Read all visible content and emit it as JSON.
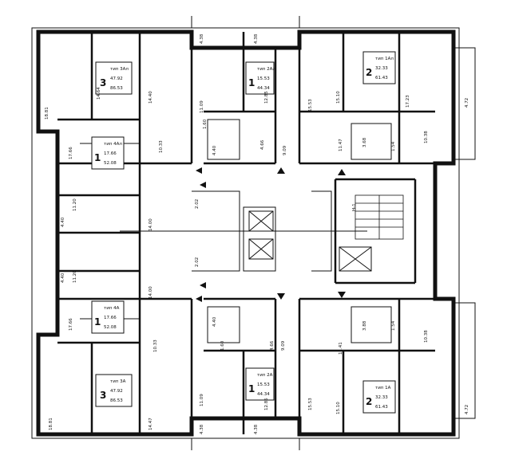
{
  "plan": {
    "units": [
      {
        "id": "u-tl",
        "rooms": "3",
        "type": "тип 3Ал",
        "living": "47.92",
        "total": "86.53"
      },
      {
        "id": "u-tm",
        "rooms": "1",
        "type": "тип 2Ал",
        "living": "15.53",
        "total": "44.34"
      },
      {
        "id": "u-tr",
        "rooms": "2",
        "type": "тип 1Ал",
        "living": "32.33",
        "total": "61.43"
      },
      {
        "id": "u-ml1",
        "rooms": "1",
        "type": "тип 4Ал",
        "living": "17.66",
        "total": "52.08"
      },
      {
        "id": "u-ml2",
        "rooms": "1",
        "type": "тип 4А",
        "living": "17.66",
        "total": "52.08"
      },
      {
        "id": "u-bl",
        "rooms": "3",
        "type": "тип 3А",
        "living": "47.92",
        "total": "86.53"
      },
      {
        "id": "u-bm",
        "rooms": "1",
        "type": "тип 2А",
        "living": "15.53",
        "total": "44.34"
      },
      {
        "id": "u-br",
        "rooms": "2",
        "type": "тип 1А",
        "living": "32.33",
        "total": "61.43"
      }
    ],
    "room_areas": [
      "18.81",
      "14.64",
      "14.40",
      "11.09",
      "4.38",
      "4.38",
      "12.85",
      "15.10",
      "15.53",
      "17.23",
      "4.72",
      "10.33",
      "1.60",
      "4.66",
      "9.09",
      "4.40",
      "3.68",
      "1.54",
      "11.47",
      "10.38",
      "17.66",
      "11.20",
      "4.40",
      "14.00",
      "2.02",
      "2.02",
      "14.00",
      "11.20",
      "4.40",
      "17.66",
      "4.40",
      "1.60",
      "4.66",
      "9.09",
      "10.33",
      "3.88",
      "1.54",
      "11.41",
      "10.38",
      "11.09",
      "14.47",
      "12.85",
      "15.10",
      "15.53",
      "4.72",
      "18.81",
      "4.38",
      "4.38",
      "Н-1"
    ]
  }
}
